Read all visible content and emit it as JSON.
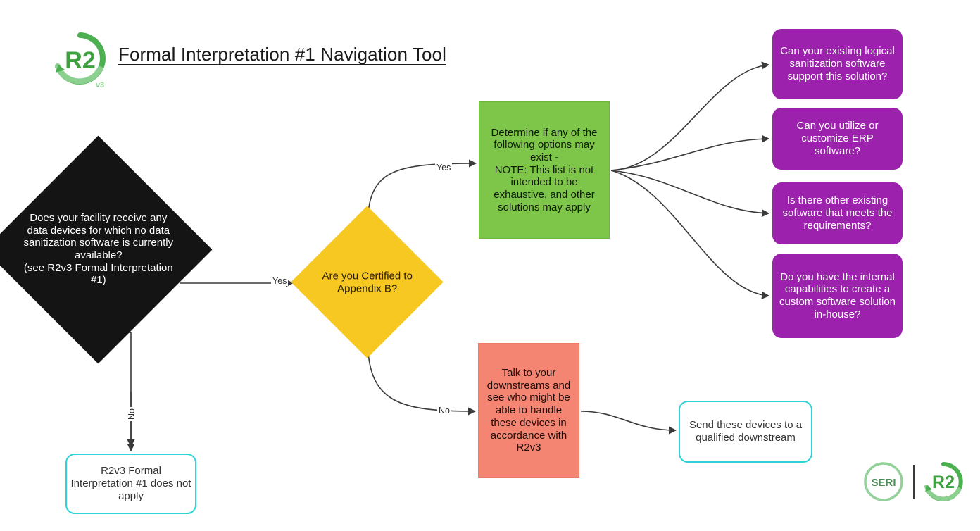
{
  "header": {
    "title": "Formal Interpretation #1 Navigation Tool",
    "logo_alt": "R2v3",
    "logo_main_text": "R2",
    "logo_sub_text": "v3"
  },
  "colors": {
    "background": "#ffffff",
    "start_diamond": "#141414",
    "decision_diamond": "#F8C822",
    "process_green": "#7DC64A",
    "process_salmon": "#F58573",
    "option_purple": "#9C21AD",
    "terminal_cyan_border": "#2ED3DA",
    "edge_stroke": "#3a3a3a",
    "brand_green": "#4CAF50",
    "title_text": "#1a1a1a"
  },
  "nodes": {
    "start": {
      "id": "start",
      "shape": "diamond",
      "text": "Does your facility receive any data devices for which no data sanitization software is currently available?\n(see R2v3 Formal Interpretation #1)"
    },
    "appendix": {
      "id": "appendix",
      "shape": "diamond",
      "text": "Are you Certified to Appendix B?"
    },
    "options": {
      "id": "options",
      "shape": "rectangle",
      "text": "Determine if any of the following options may exist -\nNOTE: This list is not intended to be exhaustive, and other solutions may apply"
    },
    "downstreams": {
      "id": "downstreams",
      "shape": "rectangle",
      "text": "Talk to your downstreams and see who might be able to handle these devices in accordance with R2v3"
    },
    "not_apply": {
      "id": "not_apply",
      "shape": "rounded-rectangle",
      "text": "R2v3 Formal Interpretation #1 does not apply"
    },
    "qualified": {
      "id": "qualified",
      "shape": "rounded-rectangle",
      "text": "Send these devices to a qualified downstream"
    }
  },
  "options_list": [
    {
      "id": "purple-0",
      "text": "Can your existing logical sanitization software support this solution?"
    },
    {
      "id": "purple-1",
      "text": "Can you utilize or customize ERP software?"
    },
    {
      "id": "purple-2",
      "text": "Is there other existing software that meets the requirements?"
    },
    {
      "id": "purple-3",
      "text": "Do you have the internal capabilities to create a custom software solution in-house?"
    }
  ],
  "edge_labels": {
    "start_yes": "Yes",
    "start_no": "No",
    "appendix_yes": "Yes",
    "appendix_no": "No"
  },
  "footer": {
    "seri_logo_text": "SERI",
    "r2_logo_text": "R2"
  }
}
